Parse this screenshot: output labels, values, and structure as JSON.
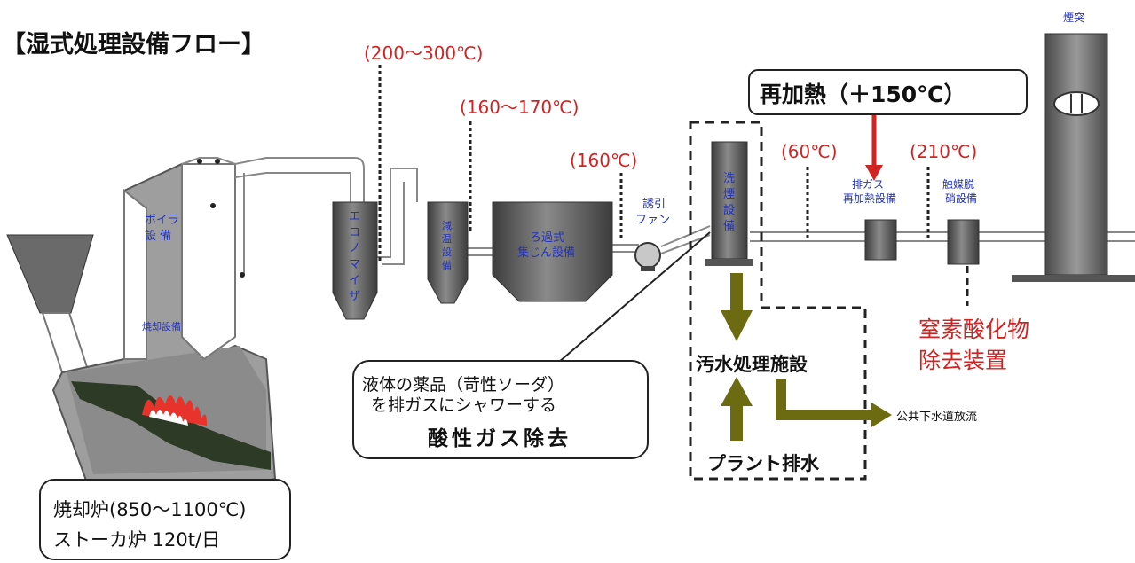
{
  "title": "【湿式処理設備フロー】",
  "colors": {
    "temp_red": "#d32222",
    "label_blue": "#2233bb",
    "arrow_olive": "#6d6b12",
    "equip_dark": "#5a5a5a",
    "pipe": "#888888",
    "text_dark": "#111111"
  },
  "temps": {
    "economizer": "(200〜300℃)",
    "cooling": "(160〜170℃)",
    "filter_out": "(160℃)",
    "scrubber_out": "(60℃)",
    "reheat_out": "(210℃)"
  },
  "equipment": {
    "boiler": [
      "ボイラ",
      "設 備"
    ],
    "incinerator_equipment": "焼却設備",
    "economizer": [
      "エ",
      "コ",
      "ノ",
      "マ",
      "イ",
      "ザ"
    ],
    "cooling_tower": [
      "減",
      "温",
      "設",
      "備"
    ],
    "bag_filter": [
      "ろ過式",
      "集じん設備"
    ],
    "induced_fan": [
      "誘引",
      "ファン"
    ],
    "scrubber": [
      "洗",
      "煙",
      "設",
      "備"
    ],
    "reheater": [
      "排ガス",
      "再加熱設備"
    ],
    "denitration": [
      "触媒脱",
      "硝設備"
    ],
    "chimney": "煙突"
  },
  "reheat_callout": "再加熱（＋150℃）",
  "nox_removal": [
    "窒素酸化物",
    "除去装置"
  ],
  "chemical_callout": {
    "line1": "液体の薬品（苛性ソーダ）",
    "line2": "を排ガスにシャワーする",
    "line3": "酸性ガス除去"
  },
  "wastewater": {
    "facility": "汚水処理施設",
    "plant_drain": "プラント排水",
    "discharge": "公共下水道放流"
  },
  "furnace_callout": {
    "line1": "焼却炉(850〜1100℃)",
    "line2": "ストーカ炉 120t/日"
  }
}
